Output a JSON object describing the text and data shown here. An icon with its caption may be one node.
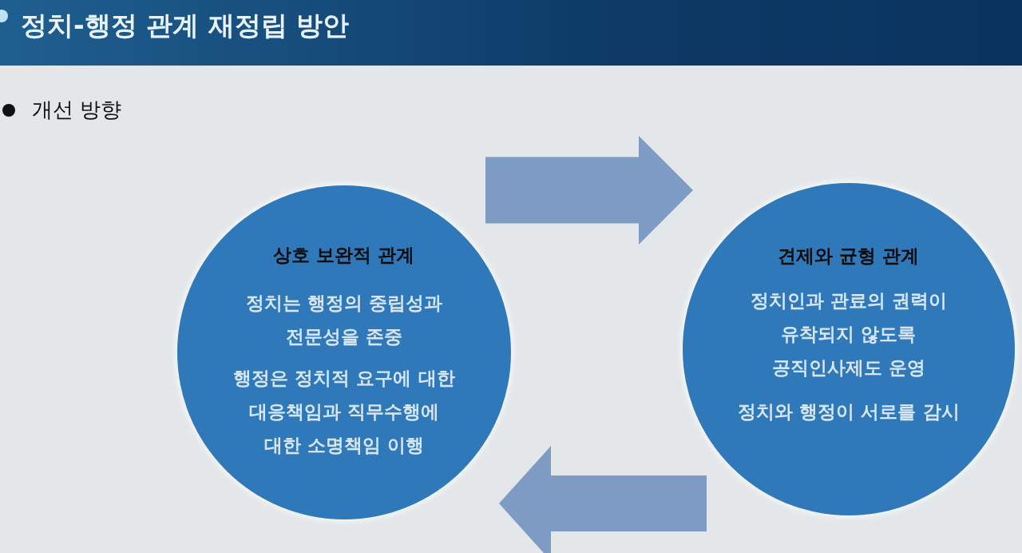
{
  "diagram": {
    "title": "정치-행정 관계 재정립 방안",
    "nodes": [
      {
        "text": [
          "상호 보완적 관계",
          "정치는 행정의 중립성과 전문성을 존중",
          "행정은 정치적 요구에 대한 대응책임과 직무수행에 대한 소명책임 이행"
        ]
      },
      {
        "text": [
          "견제와 균형 관계",
          "정치인과 관료의 권력이 유착되지 않도록 공직인사제도 운영",
          "정치와 행정이 서로를 감시"
        ]
      }
    ],
    "edges": [
      {
        "from": 0,
        "to": 1,
        "arrow": "to"
      },
      {
        "from": 1,
        "to": 0,
        "arrow": "to"
      }
    ],
    "labels": [
      "개선 방향"
    ]
  }
}
